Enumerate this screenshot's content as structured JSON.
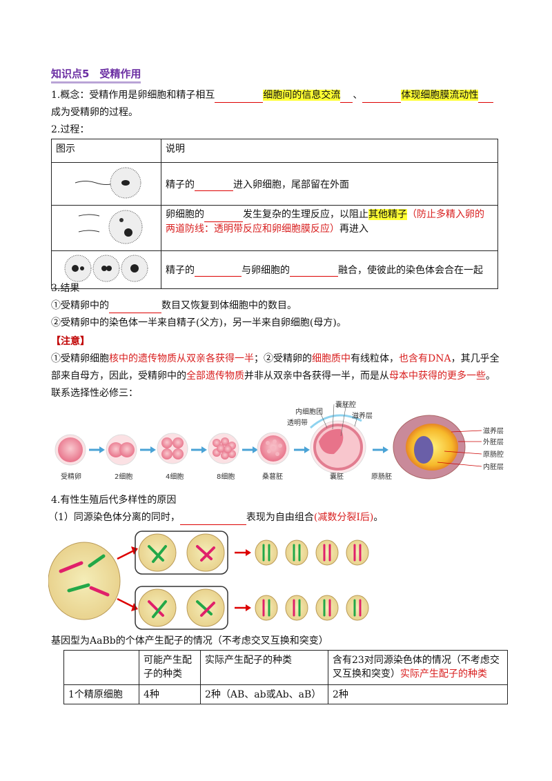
{
  "section_title": "知识点5　受精作用",
  "concept": {
    "prefix": "1.概念：受精作用是卵细胞和精子相互",
    "answer1": "细胞间的信息交流",
    "sep": "、",
    "answer2": "体现细胞膜流动性",
    "suffix": "成为受精卵的过程。"
  },
  "process_heading": "2.过程：",
  "process_table": {
    "header": [
      "图示",
      "说明"
    ],
    "row1": {
      "a": "精子的",
      "b": "进入卵细胞，尾部留在外面"
    },
    "row2": {
      "a": "卵细胞的",
      "b": "发生复杂的生理反应，以阻止",
      "hl": "其他精子",
      "red": "（防止多精入卵的两道防线：透明带反应和卵细胞膜反应）",
      "end": "再进入"
    },
    "row3": {
      "a": "精子的",
      "b": "与卵细胞的",
      "c": "融合，使彼此的染色体会合在一起"
    }
  },
  "result": {
    "heading": "3.结果",
    "line1_a": "①受精卵中的",
    "line1_b": "数目又恢复到体细胞中的数目。",
    "line2": "②受精卵中的染色体一半来自精子(父方)，另一半来自卵细胞(母方)。"
  },
  "note": {
    "label": "【注意】",
    "p1": "①受精卵细胞",
    "p1_red": "核中的遗传物质从双亲各获得一半",
    "p2": "；②受精卵的",
    "p2_red": "细胞质中",
    "p3": "有线粒体，",
    "p3_red": "也含有DNA",
    "p4": "，其几乎全",
    "l2_a": "部来自母方，因此，受精卵中的",
    "l2_red": "全部遗传物质",
    "l2_b": "并非从双亲中各获得一半，而是从",
    "l2_red2": "母本中获得的更多一些",
    "l2_c": "。",
    "l3": "联系选择性必修三："
  },
  "embryo_figure": {
    "stages": [
      "受精卵",
      "2细胞",
      "4细胞",
      "8细胞",
      "桑葚胚",
      "囊胚",
      "原肠胚"
    ],
    "blast_labels": [
      "内细胞团",
      "囊胚腔",
      "透明带",
      "滋养层"
    ],
    "gastrula_labels": [
      "滋养层",
      "外胚层",
      "原肠腔",
      "内胚层"
    ]
  },
  "diversity": {
    "heading": "4.有性生殖后代多样性的原因",
    "item1_a": "（1）同源染色体分离的同时，",
    "item1_b": "表现为自由组合",
    "item1_red": "(减数分裂Ⅰ后)",
    "item1_end": "。"
  },
  "gamete_caption": "基因型为AaBb的个体产生配子的情况（不考虑交叉互换和突变）",
  "gamete_table": {
    "h1": "",
    "h2": "可能产生配子的种类",
    "h3": "实际产生配子的种类",
    "h4_a": "含有23对同源染色体的情况（不考虑交叉互换和突变）",
    "h4_red": "实际产生配子的种类",
    "r1": [
      "1个精原细胞",
      "4种",
      "2种（AB、ab或Ab、aB）",
      "2种"
    ]
  },
  "colors": {
    "title": "#6b2fa3",
    "red": "#d81e1e",
    "highlight": "#ffff33"
  }
}
